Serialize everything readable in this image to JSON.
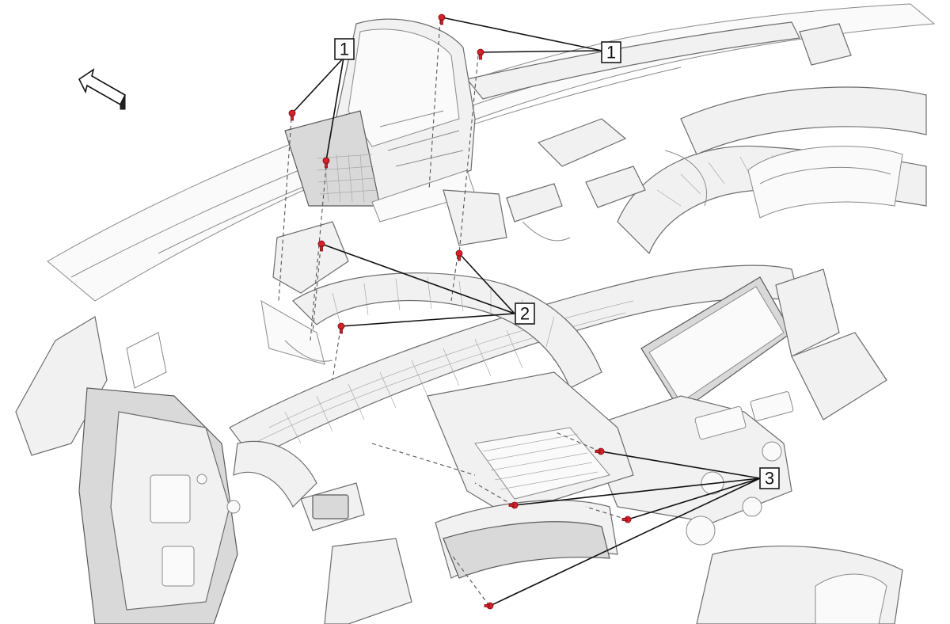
{
  "diagram": {
    "callouts": [
      {
        "id": "callout-1-left",
        "label": "1"
      },
      {
        "id": "callout-1-right",
        "label": "1"
      },
      {
        "id": "callout-2",
        "label": "2"
      },
      {
        "id": "callout-3",
        "label": "3"
      }
    ],
    "icons": {
      "direction": "forward-arrow-icon",
      "fastener": "fastener-icon"
    },
    "colors": {
      "fastener": "#d6202a",
      "line": "#111111",
      "part_fill": "#f1f1f1"
    }
  }
}
